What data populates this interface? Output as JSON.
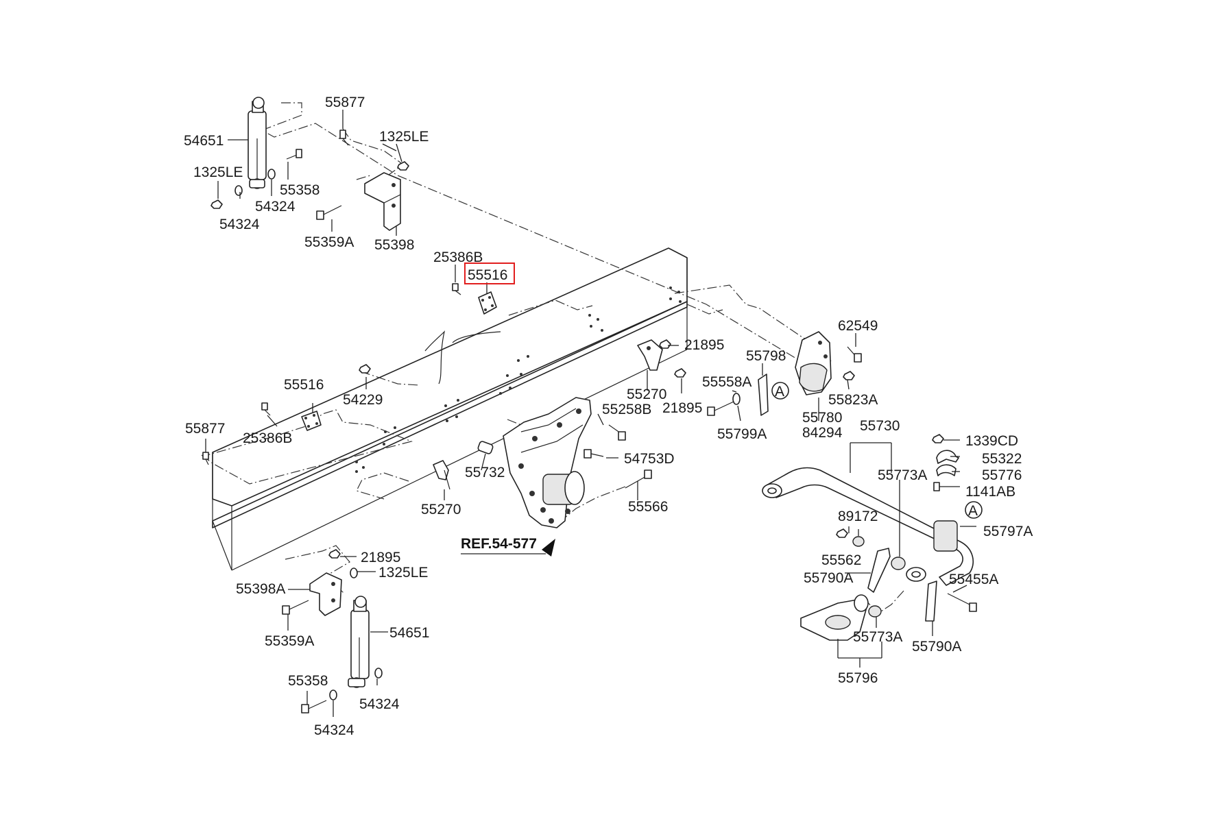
{
  "diagram": {
    "highlight_color": "#e11d1d",
    "reference": "REF.54-577",
    "callout_marker": "A",
    "labels": {
      "p55877_top": "55877",
      "p1325LE_top": "1325LE",
      "p54651_top": "54651",
      "p1325LE_left": "1325LE",
      "p55358_top": "55358",
      "p54324_a": "54324",
      "p54324_b": "54324",
      "p55359A_top": "55359A",
      "p55398": "55398",
      "p25386B_top": "25386B",
      "p55516_hl": "55516",
      "p62549": "62549",
      "p21895_a": "21895",
      "p55798": "55798",
      "p55558A": "55558A",
      "p55823A": "55823A",
      "p55780": "55780",
      "p84294": "84294",
      "p55799A": "55799A",
      "p55270_a": "55270",
      "p21895_b": "21895",
      "p55516_left": "55516",
      "p54229": "54229",
      "p55877_left": "55877",
      "p25386B_left": "25386B",
      "p55258B": "55258B",
      "p54753D": "54753D",
      "p55732": "55732",
      "p55566": "55566",
      "p55270_b": "55270",
      "p55730": "55730",
      "p1339CD": "1339CD",
      "p55322": "55322",
      "p55776": "55776",
      "p55773A_top": "55773A",
      "p1141AB": "1141AB",
      "p89172": "89172",
      "p55797A": "55797A",
      "p55562": "55562",
      "p55790A_left": "55790A",
      "p55455A": "55455A",
      "p55773A_bot": "55773A",
      "p55790A_right": "55790A",
      "p55796": "55796",
      "p21895_c": "21895",
      "p1325LE_bot": "1325LE",
      "p55398A": "55398A",
      "p54651_bot": "54651",
      "p55359A_bot": "55359A",
      "p55358_bot": "55358",
      "p54324_c": "54324",
      "p54324_d": "54324"
    }
  }
}
